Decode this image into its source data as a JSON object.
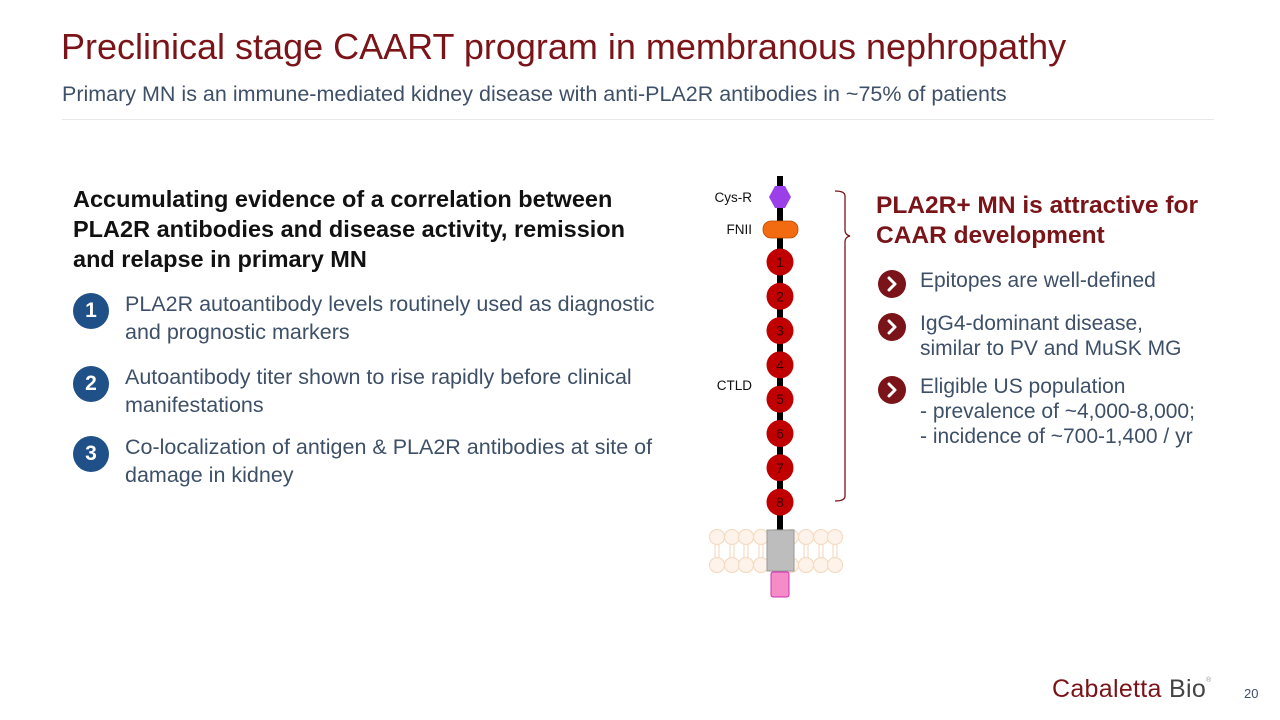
{
  "header": {
    "title": "Preclinical stage CAART program in membranous nephropathy",
    "subtitle": "Primary MN is an immune-mediated kidney disease with anti-PLA2R antibodies in ~75% of patients"
  },
  "left": {
    "heading": "Accumulating evidence of a correlation between PLA2R antibodies and disease activity, remission and relapse in primary MN",
    "items": [
      {
        "number": "1",
        "text": "PLA2R autoantibody levels routinely used as diagnostic and prognostic markers"
      },
      {
        "number": "2",
        "text": "Autoantibody titer shown to rise rapidly before clinical manifestations"
      },
      {
        "number": "3",
        "text": "Co-localization of antigen & PLA2R antibodies at site of damage in kidney"
      }
    ]
  },
  "diagram": {
    "labels": {
      "cysr": "Cys-R",
      "fnii": "FNII",
      "ctld": "CTLD"
    },
    "domains": [
      "1",
      "2",
      "3",
      "4",
      "5",
      "6",
      "7",
      "8"
    ],
    "colors": {
      "cysr": "#9b3fe8",
      "fnii": "#f26b10",
      "ctld": "#c00000",
      "tm": "#bdbdbd",
      "cyto": "#f58cc8",
      "membrane": "#f5dcc4",
      "bracket": "#7a1418"
    }
  },
  "right": {
    "heading": "PLA2R+ MN is attractive for CAAR development",
    "items": [
      {
        "text": "Epitopes are well-defined"
      },
      {
        "text": "IgG4-dominant disease,\nsimilar to PV and MuSK MG"
      },
      {
        "text": "Eligible US population\n- prevalence of ~4,000-8,000;\n- incidence of ~700-1,400 / yr"
      }
    ]
  },
  "footer": {
    "logo_main": "Cabaletta",
    "logo_bio": "Bio",
    "logo_mark": "®",
    "page_number": "20"
  }
}
